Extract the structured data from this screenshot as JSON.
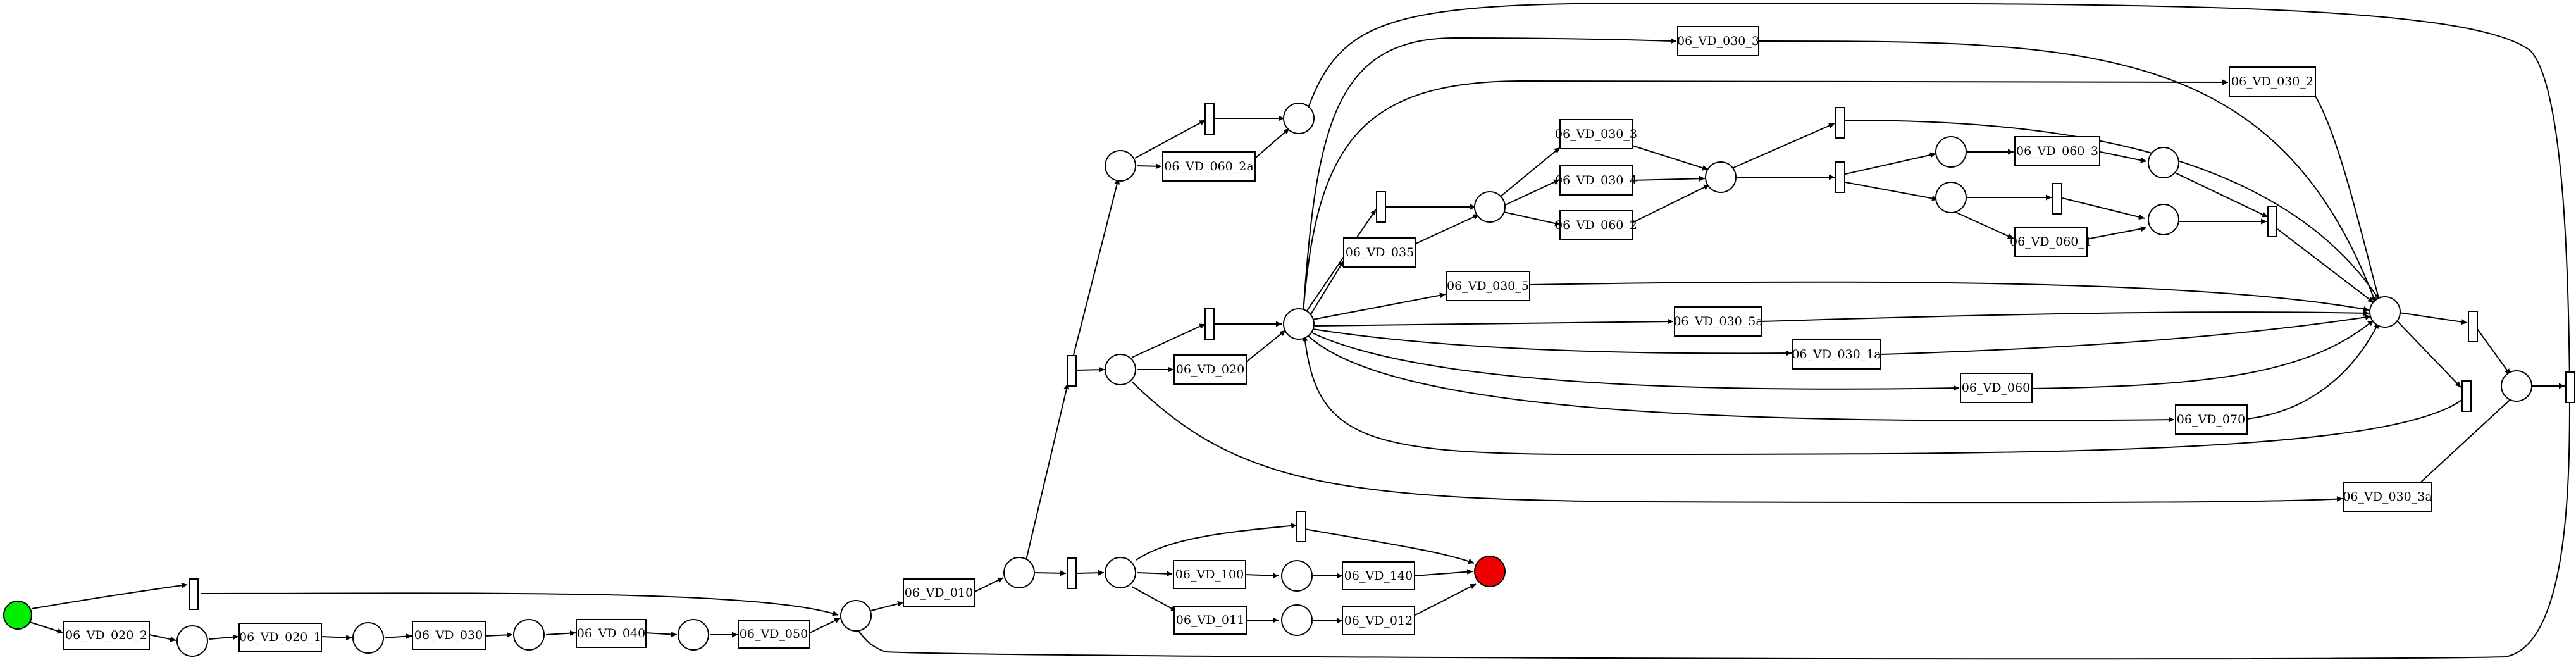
{
  "colors": {
    "start_place": "#00ee00",
    "end_place": "#ee0000",
    "stroke": "#000000",
    "fill": "#ffffff"
  },
  "transitions": {
    "t_vd_020_2": "06_VD_020_2",
    "t_vd_020_1": "06_VD_020_1",
    "t_vd_030": "06_VD_030",
    "t_vd_040": "06_VD_040",
    "t_vd_050": "06_VD_050",
    "t_vd_010": "06_VD_010",
    "t_vd_100": "06_VD_100",
    "t_vd_140": "06_VD_140",
    "t_vd_011": "06_VD_011",
    "t_vd_012": "06_VD_012",
    "t_vd_060_2a": "06_VD_060_2a",
    "t_vd_030_3_top": "06_VD_030_3",
    "t_vd_030_2": "06_VD_030_2",
    "t_vd_030_3_mid": "06_VD_030_3",
    "t_vd_030_4": "06_VD_030_4",
    "t_vd_060_2": "06_VD_060_2",
    "t_vd_060_3": "06_VD_060_3",
    "t_vd_060_1": "06_VD_060_1",
    "t_vd_035": "06_VD_035",
    "t_vd_030_5": "06_VD_030_5",
    "t_vd_030_5a": "06_VD_030_5a",
    "t_vd_030_1a": "06_VD_030_1a",
    "t_vd_060": "06_VD_060",
    "t_vd_070": "06_VD_070",
    "t_vd_020": "06_VD_020",
    "t_vd_030_3a": "06_VD_030_3a"
  }
}
